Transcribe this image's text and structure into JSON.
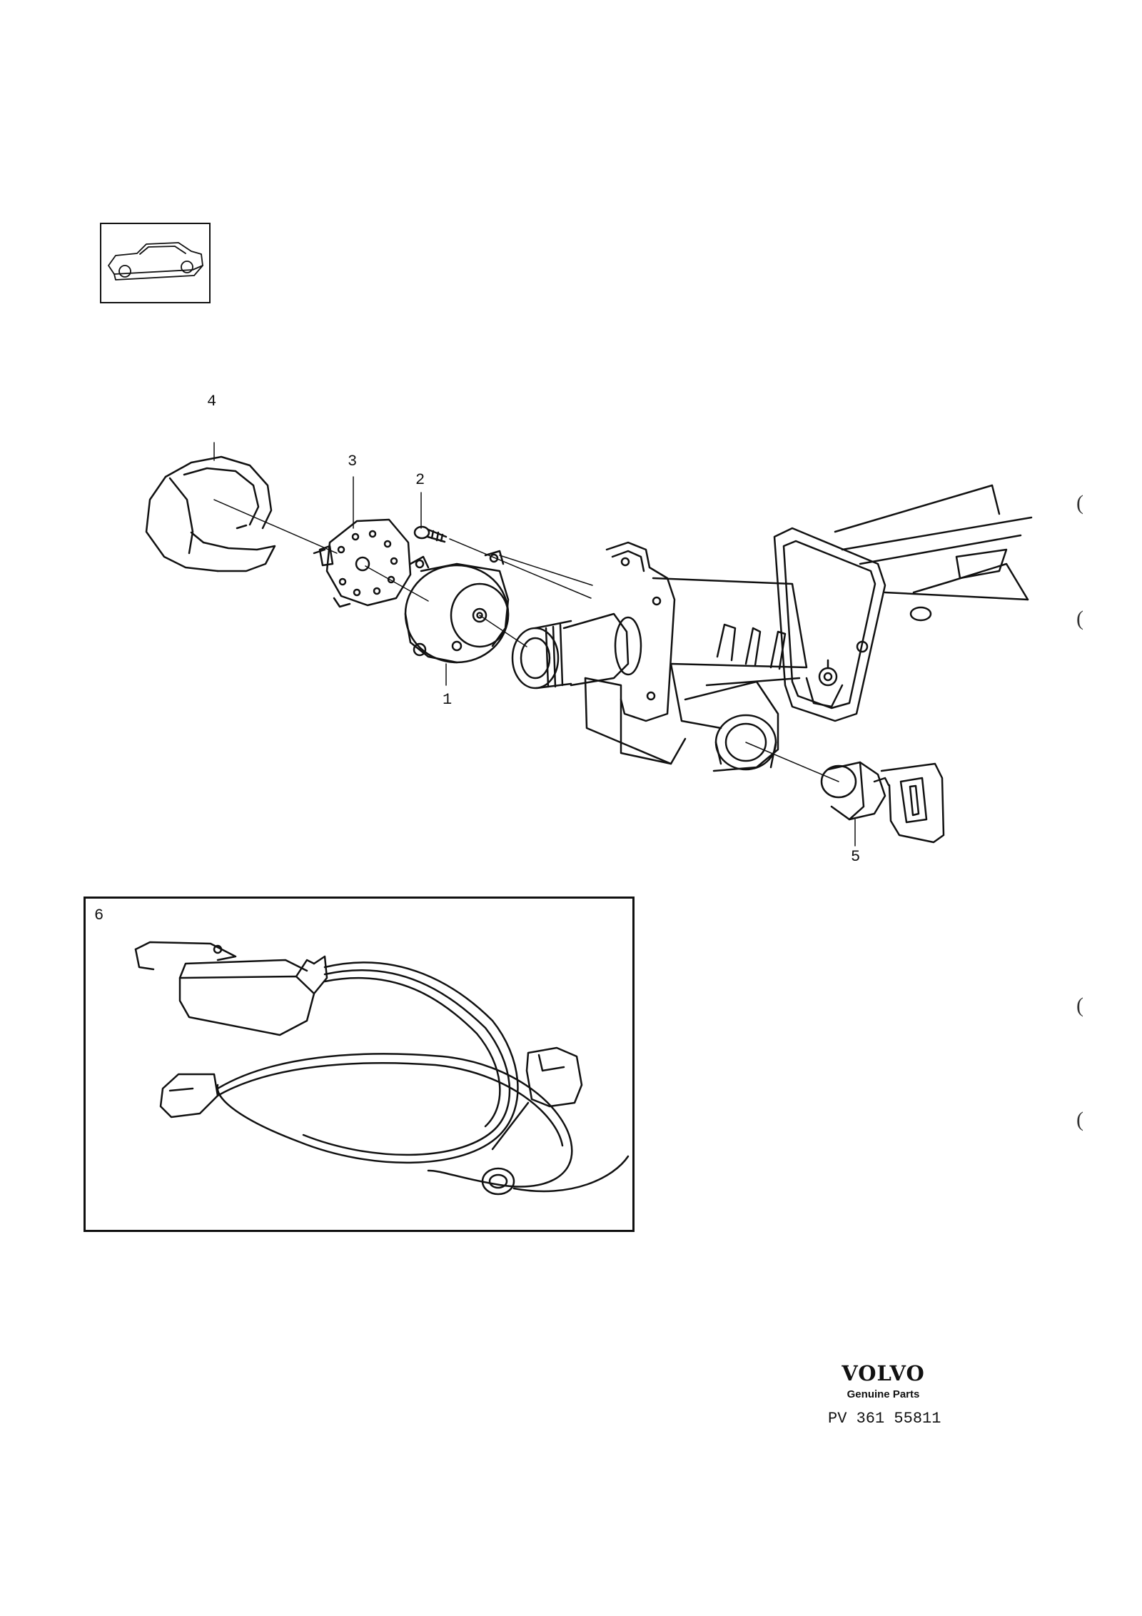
{
  "callouts": {
    "c1": "1",
    "c2": "2",
    "c3": "3",
    "c4": "4",
    "c5": "5",
    "c6": "6"
  },
  "brand": {
    "name": "VOLVO",
    "subtitle": "Genuine Parts",
    "part_number": "PV 361 55811"
  },
  "margin_marks": [
    "(",
    "(",
    "(",
    "("
  ],
  "icons": [
    "car-thumbnail-icon",
    "ignition-switch",
    "screw",
    "contact-plate",
    "steering-lock-cover",
    "lock-cylinder-with-key",
    "steering-column-housing",
    "wiring-harness"
  ]
}
